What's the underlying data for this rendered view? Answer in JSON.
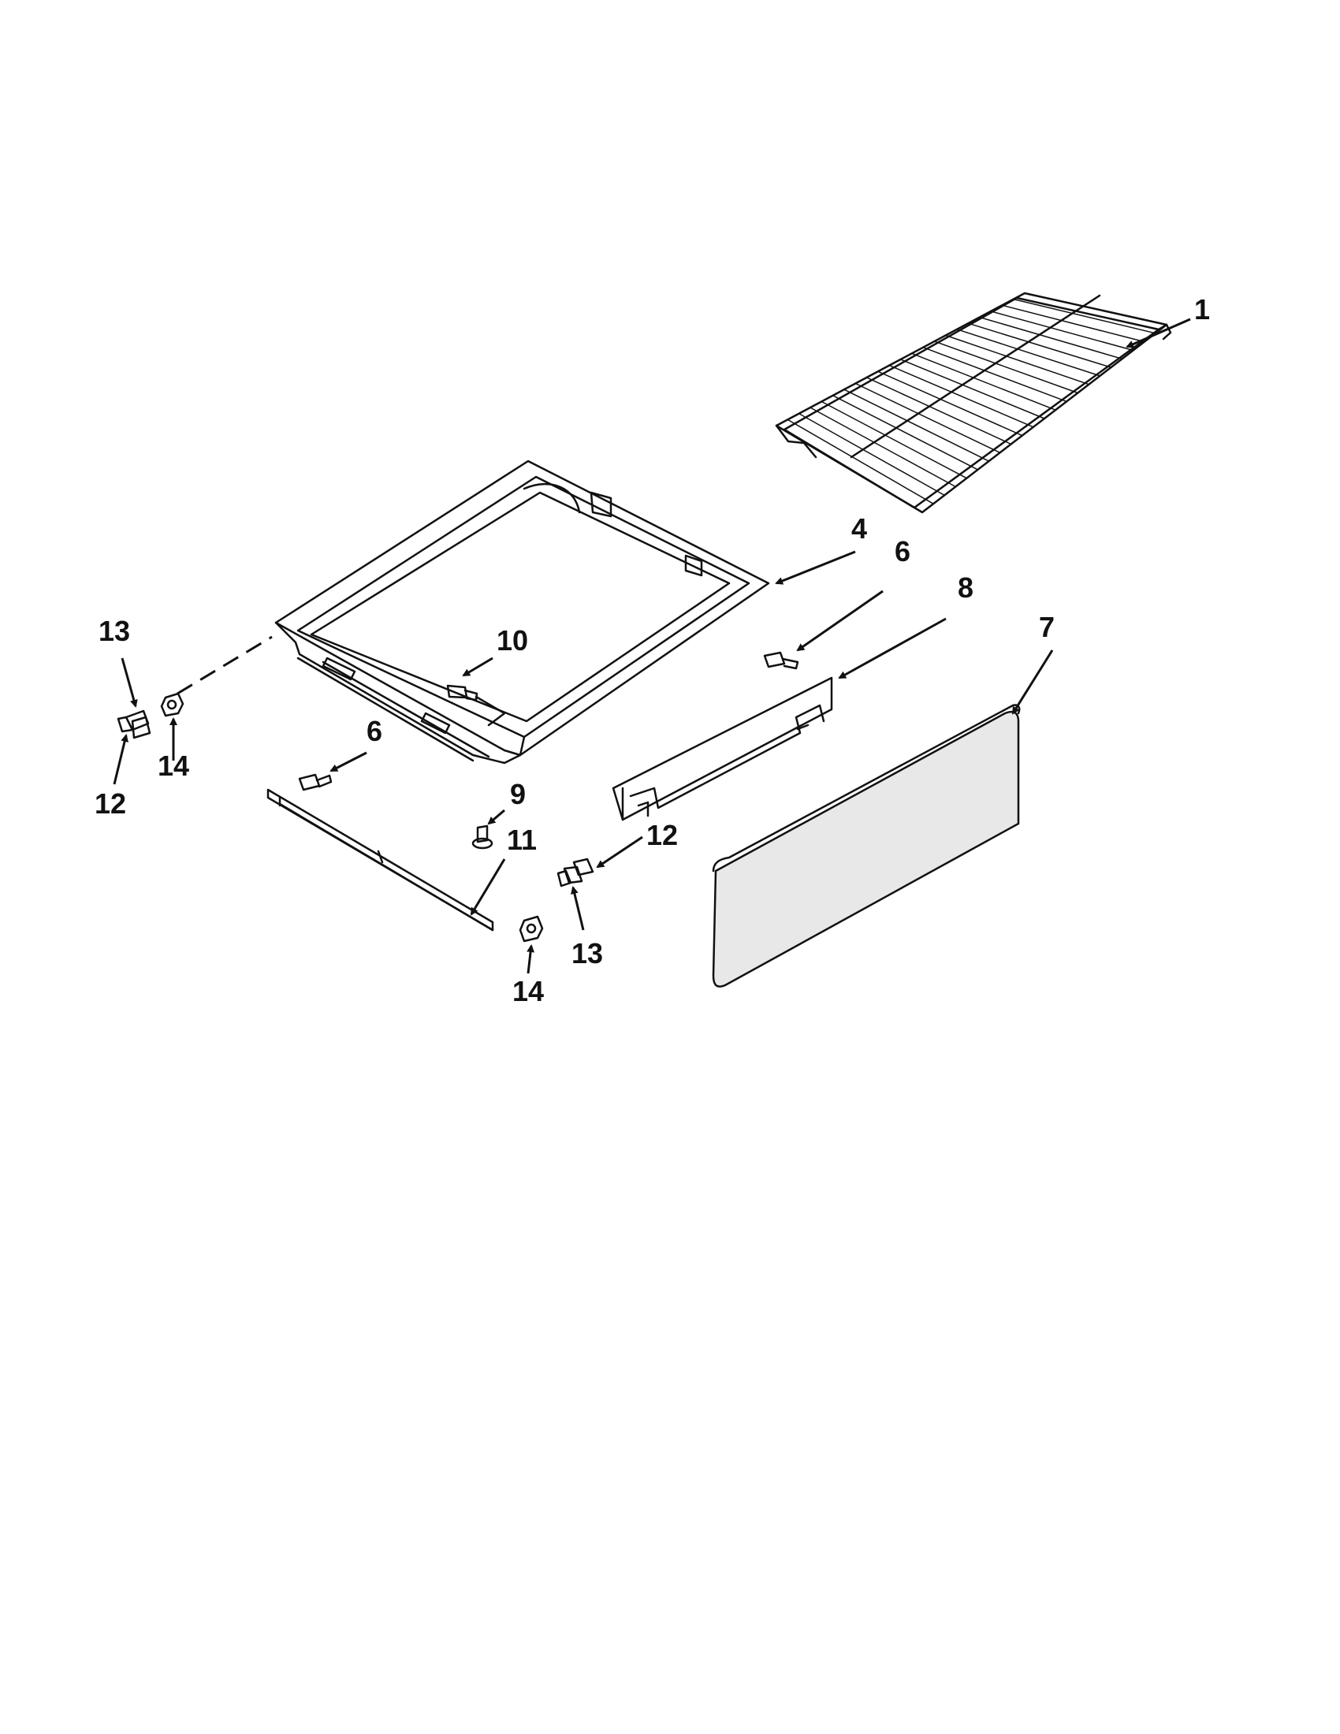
{
  "callouts": [
    {
      "id": "c1",
      "label": "1"
    },
    {
      "id": "c4",
      "label": "4"
    },
    {
      "id": "c6a",
      "label": "6"
    },
    {
      "id": "c8",
      "label": "8"
    },
    {
      "id": "c7",
      "label": "7"
    },
    {
      "id": "c10",
      "label": "10"
    },
    {
      "id": "c13a",
      "label": "13"
    },
    {
      "id": "c14a",
      "label": "14"
    },
    {
      "id": "c12a",
      "label": "12"
    },
    {
      "id": "c6b",
      "label": "6"
    },
    {
      "id": "c9",
      "label": "9"
    },
    {
      "id": "c11",
      "label": "11"
    },
    {
      "id": "c12b",
      "label": "12"
    },
    {
      "id": "c13b",
      "label": "13"
    },
    {
      "id": "c14b",
      "label": "14"
    }
  ],
  "parts": {
    "rack": "oven-rack",
    "drawer_pan": "drawer-pan",
    "rear_panel": "drawer-rear-panel",
    "front_panel": "drawer-front-panel",
    "side_rail": "drawer-side-rail",
    "fasteners": [
      "screw",
      "glide",
      "roller",
      "nut"
    ]
  },
  "colors": {
    "ink": "#111111",
    "background": "#ffffff",
    "panel_fill": "#e8e8e8"
  }
}
